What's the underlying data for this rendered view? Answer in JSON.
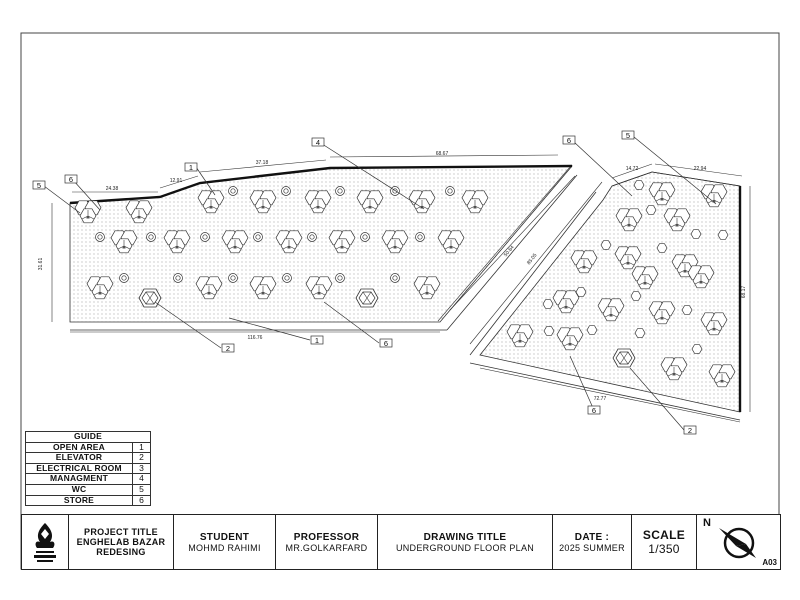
{
  "legend": {
    "title": "GUIDE",
    "items": [
      {
        "name": "OPEN AREA",
        "num": "1"
      },
      {
        "name": "ELEVATOR",
        "num": "2"
      },
      {
        "name": "ELECTRICAL ROOM",
        "num": "3"
      },
      {
        "name": "MANAGMENT",
        "num": "4"
      },
      {
        "name": "WC",
        "num": "5"
      },
      {
        "name": "STORE",
        "num": "6"
      }
    ]
  },
  "title_block": {
    "project_title_label": "PROJECT TITLE",
    "project_name_line1": "ENGHELAB BAZAR",
    "project_name_line2": "REDESING",
    "student_label": "STUDENT",
    "student_name": "MOHMD RAHIMI",
    "professor_label": "PROFESSOR",
    "professor_name": "MR.GOLKARFARD",
    "drawing_title_label": "DRAWING TITLE",
    "drawing_title": "UNDERGROUND FLOOR PLAN",
    "date_label": "DATE :",
    "date_value": "2025 SUMMER",
    "scale_label": "SCALE",
    "scale_value": "1/350",
    "north_label": "N",
    "sheet_number": "A03"
  },
  "dimensions": {
    "d1": "24.38",
    "d2": "12.91",
    "d3": "37.18",
    "d4": "68.67",
    "d5": "116.76",
    "d6": "31.61",
    "d7": "50.84",
    "d8": "85.05",
    "d9": "14.72",
    "d10": "22.94",
    "d11": "68.17",
    "d12": "72.77"
  },
  "tags": {
    "left": [
      {
        "label": "5"
      },
      {
        "label": "6"
      },
      {
        "label": "1"
      },
      {
        "label": "4"
      },
      {
        "label": "2"
      },
      {
        "label": "1"
      },
      {
        "label": "6"
      }
    ],
    "right": [
      {
        "label": "6"
      },
      {
        "label": "5"
      },
      {
        "label": "6"
      },
      {
        "label": "2"
      }
    ]
  }
}
